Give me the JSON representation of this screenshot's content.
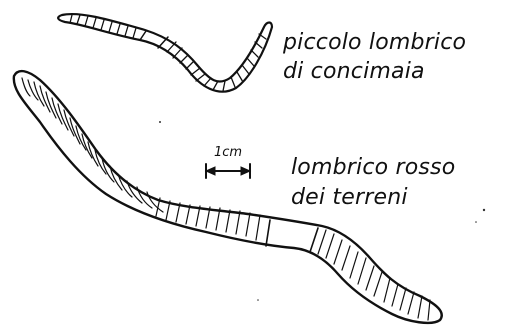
{
  "labels": {
    "small_worm_line1": "piccolo lombrico",
    "small_worm_line2": "di concimaia",
    "red_worm_line1": "lombrico rosso",
    "red_worm_line2": "dei terreni",
    "scale": "1cm"
  },
  "colors": {
    "ink": "#111111",
    "paper": "#ffffff"
  }
}
